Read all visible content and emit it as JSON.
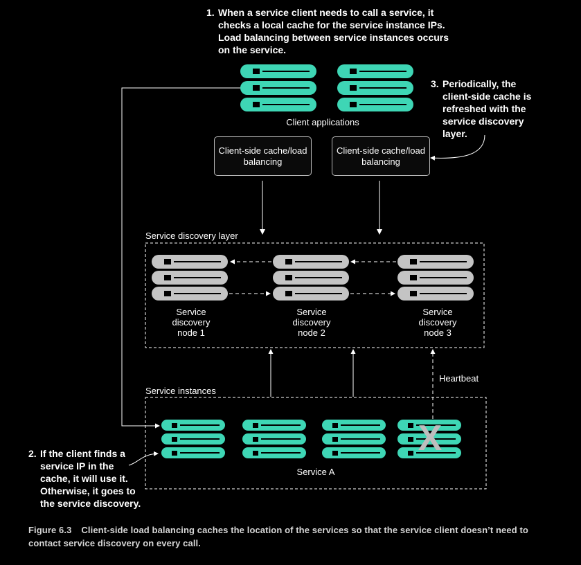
{
  "notes": {
    "note1": {
      "number": "1.",
      "text": "When a service client needs to call a service, it\nchecks a local cache for the service instance IPs.\nLoad balancing between service instances occurs\non the service."
    },
    "note2": {
      "number": "2.",
      "text": "If the client finds a\nservice IP in the\ncache, it will use it.\nOtherwise, it goes to\nthe service discovery."
    },
    "note3": {
      "number": "3.",
      "text": "Periodically, the\nclient-side cache is\nrefreshed with the\nservice discovery\nlayer."
    }
  },
  "client_applications_label": "Client applications",
  "cache_boxes": [
    "Client-side cache/load\nbalancing",
    "Client-side cache/load\nbalancing"
  ],
  "service_discovery_layer_label": "Service discovery layer",
  "discovery_nodes": [
    "Service\ndiscovery\nnode 1",
    "Service\ndiscovery\nnode 2",
    "Service\ndiscovery\nnode 3"
  ],
  "service_instances_label": "Service instances",
  "heartbeat_label": "Heartbeat",
  "service_a_label": "Service A",
  "failed_marker": "X",
  "caption": {
    "figure": "Figure 6.3",
    "text": "Client-side load balancing caches the location of the services so that the service client doesn’t need to contact service discovery on every call."
  },
  "colors": {
    "teal": "#3ed6b5",
    "gray": "#c4c4c4",
    "background": "#000000"
  }
}
